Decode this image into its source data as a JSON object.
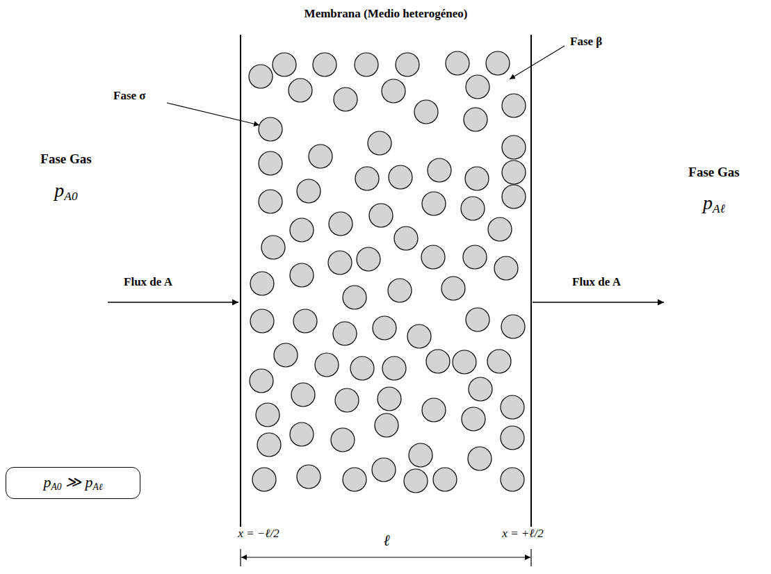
{
  "diagram": {
    "nodes": [
      {
        "text": [
          "Membrana (Medio heterogéneo)"
        ]
      },
      {
        "text": [
          "pA0 ≫ pAℓ"
        ]
      }
    ],
    "labels": [
      "Fase σ",
      "Fase β",
      "Fase Gas",
      "pA0",
      "Fase Gas",
      "pAℓ",
      "Flux de A",
      "Flux de A",
      "x = −ℓ/2",
      "x = +ℓ/2",
      "ℓ"
    ]
  }
}
